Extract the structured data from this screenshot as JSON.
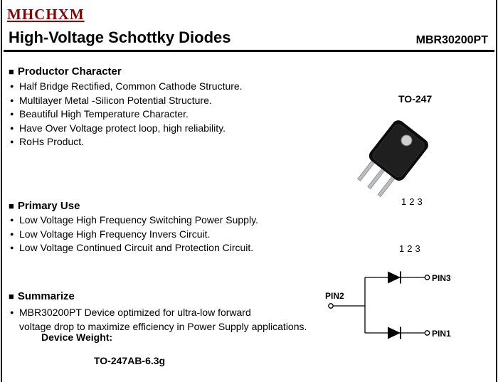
{
  "glyphs": {
    "section_marker": "■",
    "bullet": "●"
  },
  "header": {
    "logo": "MHCHXM",
    "title": "High-Voltage Schottky Diodes",
    "part_number": "MBR30200PT"
  },
  "productor": {
    "heading": "Productor Character",
    "bullets": [
      "Half Bridge Rectified, Common Cathode Structure.",
      "Multilayer Metal -Silicon Potential Structure.",
      "Beautiful High Temperature Character.",
      "Have Over Voltage protect loop, high reliability.",
      "RoHs Product."
    ]
  },
  "package": {
    "name": "TO-247",
    "pin_numbers": "123"
  },
  "primary_use": {
    "heading": "Primary Use",
    "bullets": [
      "Low Voltage High Frequency Switching Power Supply.",
      "Low Voltage High Frequency Invers Circuit.",
      "Low Voltage Continued Circuit and Protection Circuit."
    ]
  },
  "diagram": {
    "pin_numbers": "123",
    "pin1": "PIN1",
    "pin2": "PIN2",
    "pin3": "PIN3"
  },
  "summarize": {
    "heading": "Summarize",
    "lines": [
      "MBR30200PT Device optimized for ultra-low forward",
      "voltage drop to maximize efficiency in Power Supply applications."
    ],
    "device_weight_label": "Device Weight:",
    "device_weight_value": "TO-247AB-6.3g"
  },
  "colors": {
    "logo": "#8b0000",
    "text": "#000000",
    "rule": "#000000"
  }
}
